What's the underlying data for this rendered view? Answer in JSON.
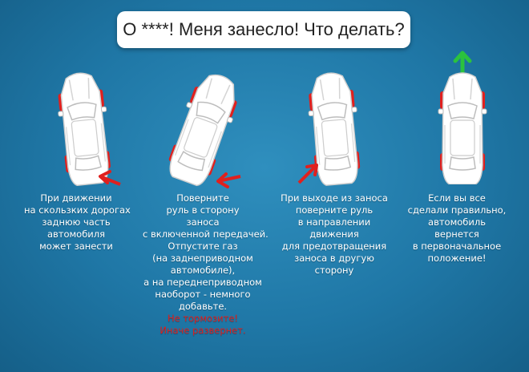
{
  "title": "О ****! Меня занесло! Что делать?",
  "steps": [
    {
      "lines": [
        "При движении",
        "на скользких дорогах",
        "заднюю часть",
        "автомобиля",
        "может занести"
      ]
    },
    {
      "lines": [
        "Поверните",
        "руль в сторону",
        "заноса",
        "с включенной передачей.",
        "Отпустите газ",
        "(на заднеприводном",
        "автомобиле),",
        "а на переднеприводном",
        "наоборот - немного",
        "добавьте."
      ],
      "warnings": [
        "Не тормозите!",
        "Иначе развернет."
      ]
    },
    {
      "lines": [
        "При выходе из заноса",
        "поверните руль",
        "в направлении",
        "движения",
        "для предотвращения",
        "заноса в другую",
        "сторону"
      ]
    },
    {
      "lines": [
        "Если вы все",
        "сделали правильно,",
        "автомобиль",
        "вернется",
        "в первоначальное",
        "положение!"
      ]
    }
  ],
  "colors": {
    "background": "#1f77a6",
    "wheel_highlight": "#e0201e",
    "arrow_red": "#e0201e",
    "arrow_green": "#2bc23e"
  },
  "icons": [
    "car-icon",
    "red-arrow-icon",
    "green-arrow-icon"
  ]
}
